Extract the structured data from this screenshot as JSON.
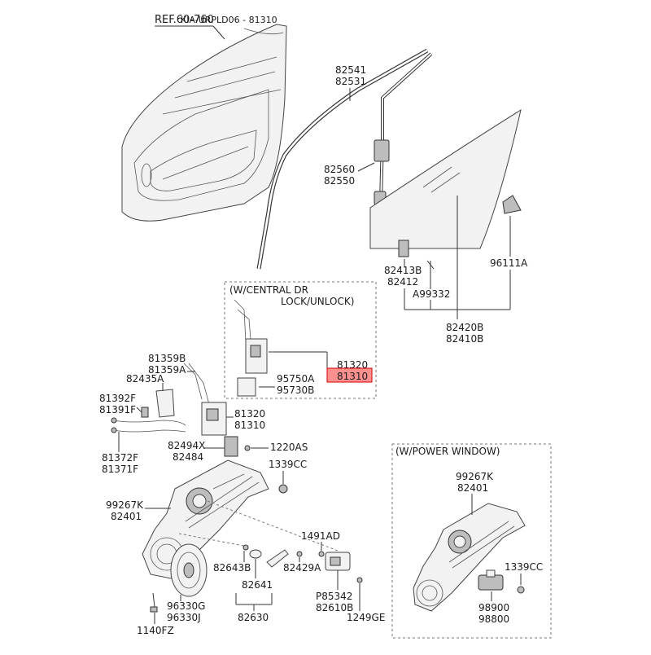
{
  "header": {
    "ref": "REF.60-760",
    "overlay": "KIA-URPLD06 - 81310"
  },
  "boxes": {
    "central_lock_title_1": "(W/CENTRAL DR",
    "central_lock_title_2": "LOCK/UNLOCK)",
    "power_window_title": "(W/POWER WINDOW)"
  },
  "labels": {
    "p82541": "82541",
    "p82531": "82531",
    "p82560": "82560",
    "p82550": "82550",
    "p82413B": "82413B",
    "p82412": "82412",
    "pA99332": "A99332",
    "p96111A": "96111A",
    "p82420B": "82420B",
    "p82410B": "82410B",
    "box_81320": "81320",
    "box_81310_highlight": "81310",
    "p95750A": "95750A",
    "p95730B": "95730B",
    "p81359B": "81359B",
    "p81359A": "81359A",
    "p82435A": "82435A",
    "p81392F": "81392F",
    "p81391F": "81391F",
    "p81320": "81320",
    "p81310": "81310",
    "p81372F": "81372F",
    "p81371F": "81371F",
    "p82494X": "82494X",
    "p82484": "82484",
    "p1220AS": "1220AS",
    "p1339CC_left": "1339CC",
    "p99267K_left": "99267K",
    "p82401_left": "82401",
    "p1491AD": "1491AD",
    "p82643B": "82643B",
    "p82429A": "82429A",
    "p82641": "82641",
    "pP85342": "P85342",
    "p82610B": "82610B",
    "p96330G": "96330G",
    "p96330J": "96330J",
    "p82630": "82630",
    "p1249GE": "1249GE",
    "p1140FZ": "1140FZ",
    "p99267K_right": "99267K",
    "p82401_right": "82401",
    "p1339CC_right": "1339CC",
    "p98900": "98900",
    "p98800": "98800"
  },
  "colors": {
    "highlight_fill": "#ff9090",
    "highlight_stroke": "#d00000",
    "line": "#333333"
  }
}
